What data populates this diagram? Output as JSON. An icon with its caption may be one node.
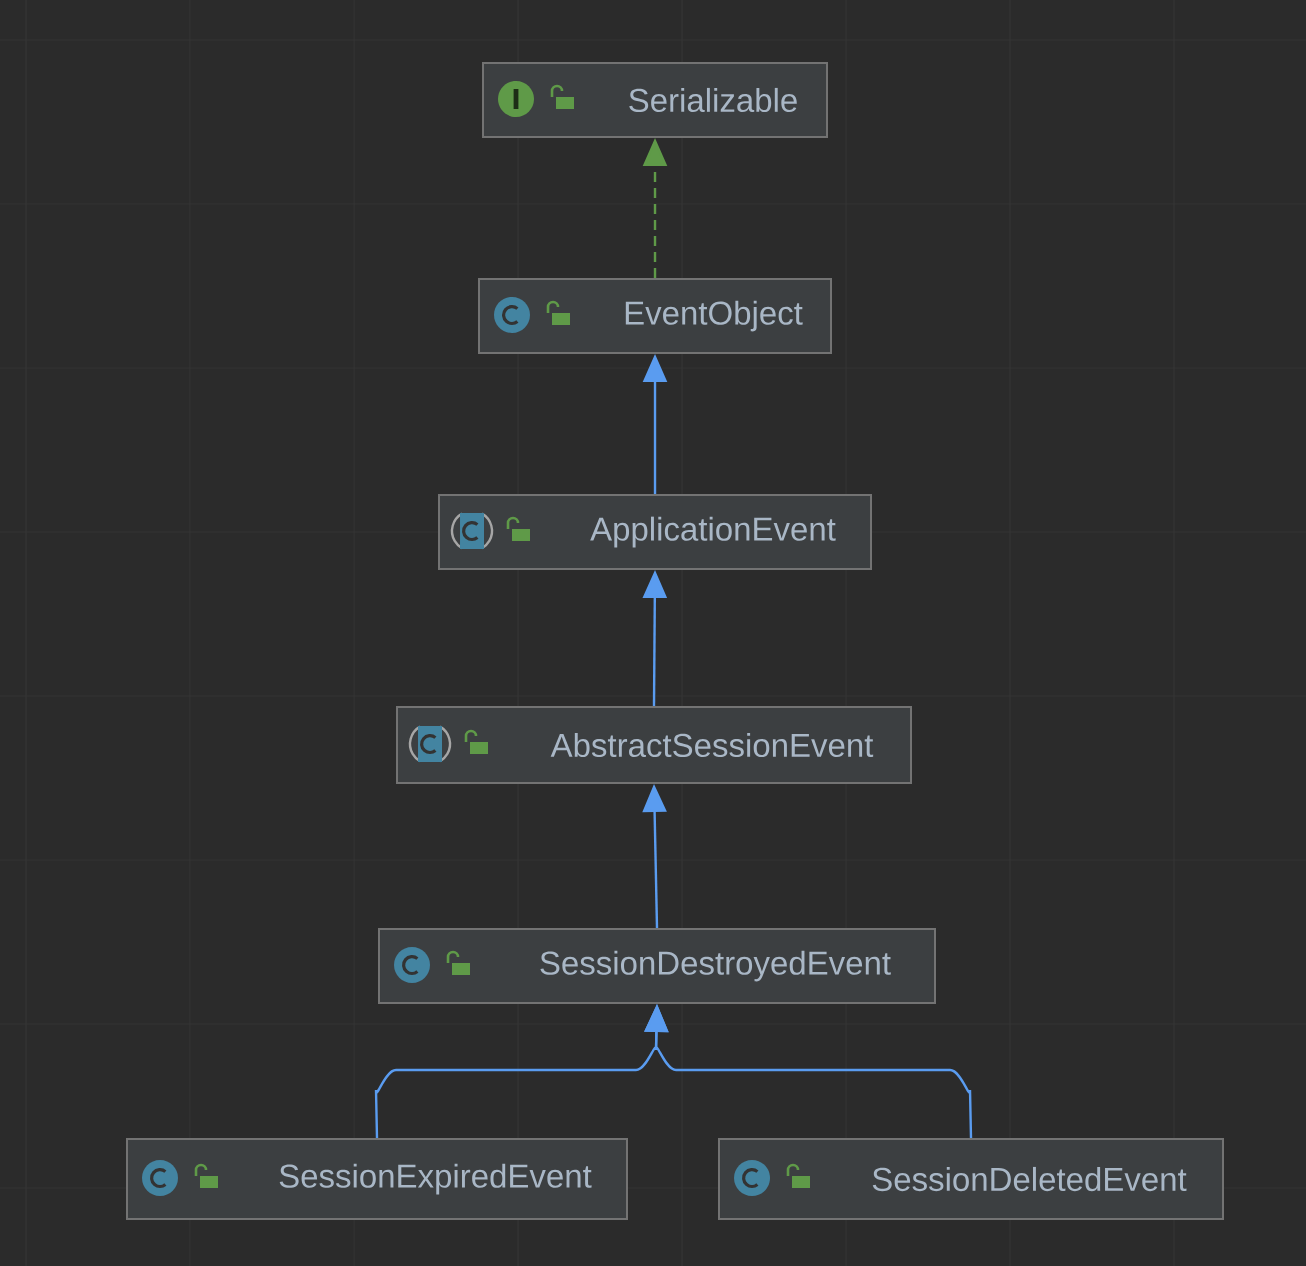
{
  "diagram": {
    "nodes": [
      {
        "text": [
          "Serializable"
        ]
      },
      {
        "text": [
          "EventObject"
        ]
      },
      {
        "text": [
          "ApplicationEvent"
        ]
      },
      {
        "text": [
          "AbstractSessionEvent"
        ]
      },
      {
        "text": [
          "SessionDestroyedEvent"
        ]
      },
      {
        "text": [
          "SessionExpiredEvent"
        ]
      },
      {
        "text": [
          "SessionDeletedEvent"
        ]
      }
    ],
    "edges": [
      {
        "from": 1,
        "to": 0,
        "arrow": "to",
        "style": "dashed",
        "color": "#5f9a48"
      },
      {
        "from": 2,
        "to": 1,
        "arrow": "to"
      },
      {
        "from": 3,
        "to": 2,
        "arrow": "to"
      },
      {
        "from": 4,
        "to": 3,
        "arrow": "to"
      },
      {
        "from": 5,
        "to": 4,
        "arrow": "to"
      },
      {
        "from": 6,
        "to": 4,
        "arrow": "to"
      }
    ]
  }
}
